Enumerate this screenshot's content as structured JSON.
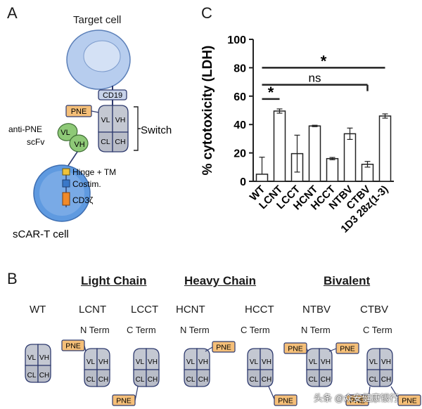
{
  "panels": {
    "a": "A",
    "b": "B",
    "c": "C"
  },
  "schematic": {
    "target_cell": "Target cell",
    "cd19": "CD19",
    "pne": "PNE",
    "switch": "Switch",
    "anti_pne": "anti-PNE",
    "scfv": "scFv",
    "vl": "VL",
    "vh": "VH",
    "cl": "CL",
    "ch": "CH",
    "hinge": "Hinge + TM",
    "costim": "Costim.",
    "cd3z": "CD3ζ",
    "scar_t": "sCAR-T cell"
  },
  "chart_data": {
    "type": "bar",
    "ylabel": "% cytotoxicity (LDH)",
    "ylim": [
      0,
      100
    ],
    "yticks": [
      0,
      20,
      40,
      60,
      80,
      100
    ],
    "categories": [
      "WT",
      "LCNT",
      "LCCT",
      "HCNT",
      "HCCT",
      "NTBV",
      "CTBV",
      "1D3 28z(1-3)"
    ],
    "values": [
      5,
      49.5,
      19.5,
      39,
      16,
      33.5,
      12,
      46
    ],
    "errors": [
      12,
      1.5,
      13,
      0.5,
      0.8,
      4,
      2,
      1.5
    ],
    "bar_fill": "#ffffff",
    "bar_stroke": "#222222",
    "annotations": [
      {
        "from": "WT",
        "to": "LCNT",
        "y": 58,
        "label": "*"
      },
      {
        "from": "WT",
        "to": "CTBV",
        "y": 68,
        "label": "ns"
      },
      {
        "from": "WT",
        "to": "1D3 28z(1-3)",
        "y": 80,
        "label": "*"
      }
    ]
  },
  "panel_b": {
    "groups": [
      {
        "label": "Light Chain"
      },
      {
        "label": "Heavy Chain"
      },
      {
        "label": "Bivalent"
      }
    ],
    "constructs": [
      {
        "name": "WT",
        "term": ""
      },
      {
        "name": "LCNT",
        "term": "N Term"
      },
      {
        "name": "LCCT",
        "term": "C Term"
      },
      {
        "name": "HCNT",
        "term": "N Term"
      },
      {
        "name": "HCCT",
        "term": "C Term"
      },
      {
        "name": "NTBV",
        "term": "N Term"
      },
      {
        "name": "CTBV",
        "term": "C Term"
      }
    ],
    "tag": "PNE"
  },
  "watermark": "头条 @众安健康银行",
  "colors": {
    "cell_blue": "#a8c4ea",
    "cell_stroke": "#5b7fb8",
    "tag_orange": "#f5bf78",
    "scfv_green": "#8ec977",
    "fab_gray": "#c4c8d2",
    "fab_dark": "#2e3a6e",
    "hinge_yellow": "#f0c23a",
    "costim_blue": "#3a78c8",
    "cd3z_orange": "#f08a2a"
  }
}
